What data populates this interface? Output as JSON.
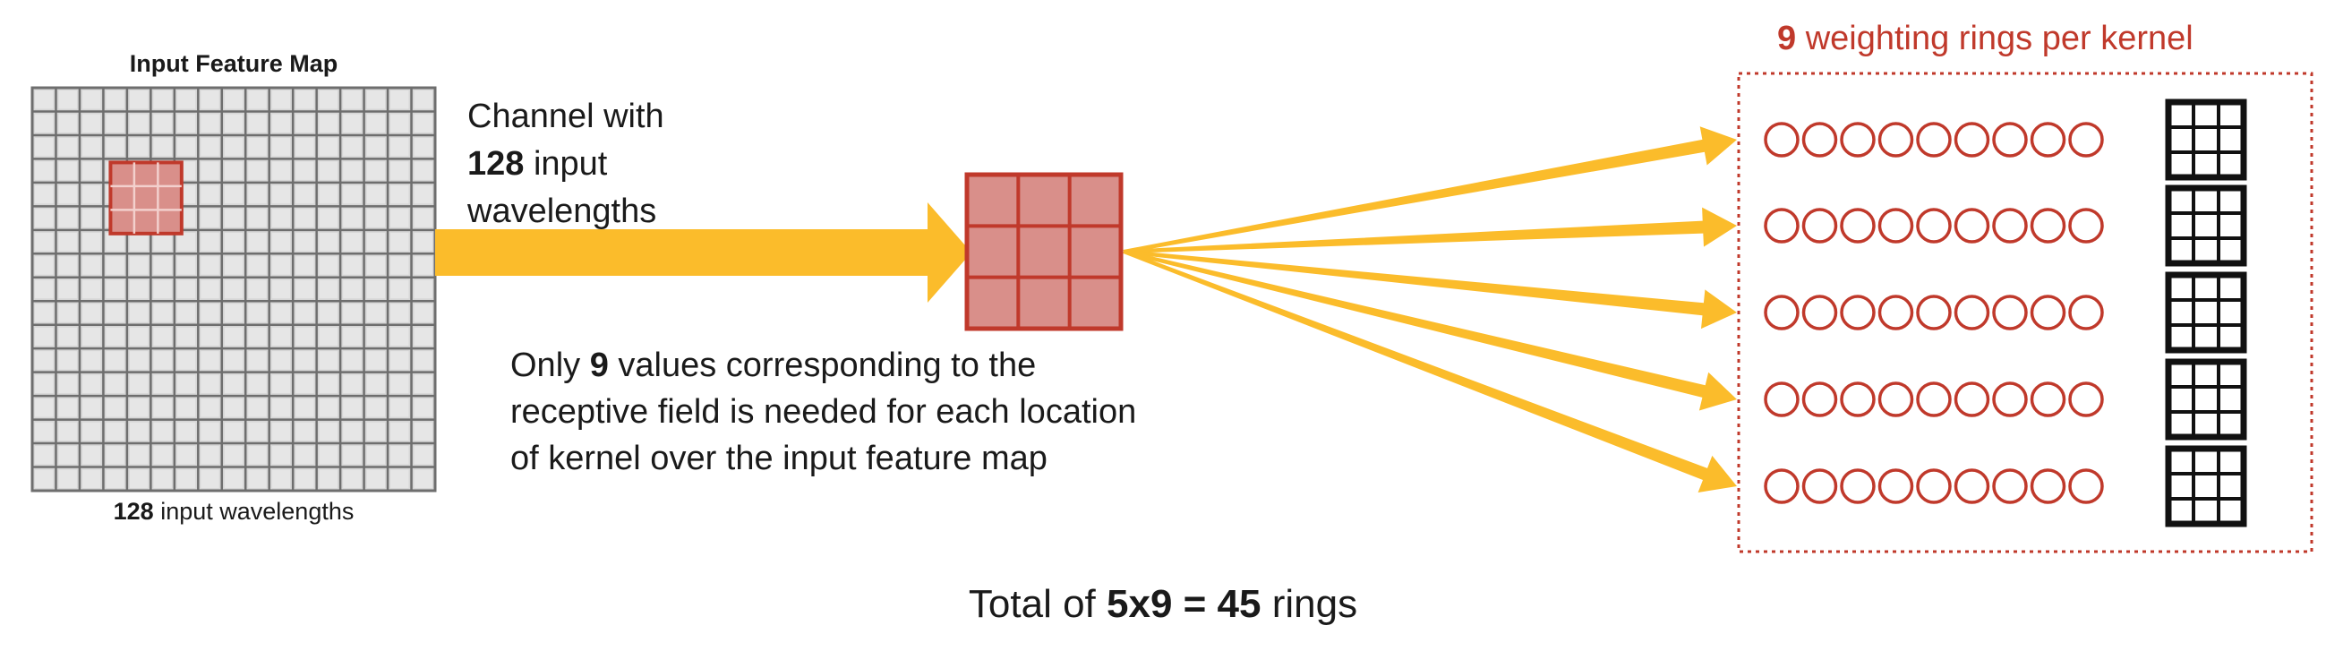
{
  "input_map": {
    "title": "Input Feature Map",
    "footer_count": "128",
    "footer_text": " input wavelengths",
    "grid_cells": 17,
    "highlight_size": 3
  },
  "channel_note": {
    "line1": "Channel with",
    "line2_bold": "128",
    "line2_text": " input",
    "line3": "wavelengths"
  },
  "kernel": {
    "size": 3
  },
  "values_note": {
    "line1_pre": "Only ",
    "line1_bold": "9",
    "line1_post": " values corresponding to the",
    "line2": "receptive field is needed for each location",
    "line3": "of kernel over the input feature map"
  },
  "rings_panel": {
    "title_bold": "9",
    "title_text": " weighting rings per kernel",
    "rows": 5,
    "rings_per_row": 9
  },
  "total_note": {
    "prefix": "Total of ",
    "bold": "5x9 = 45",
    "suffix": " rings"
  },
  "colors": {
    "arrow": "#fbbc2b",
    "red_border": "#c0392b",
    "red_fill": "#d98f8a",
    "grid_fill": "#d6d6d6",
    "grid_line": "#6e6e6e",
    "text": "#1a1a1a"
  }
}
